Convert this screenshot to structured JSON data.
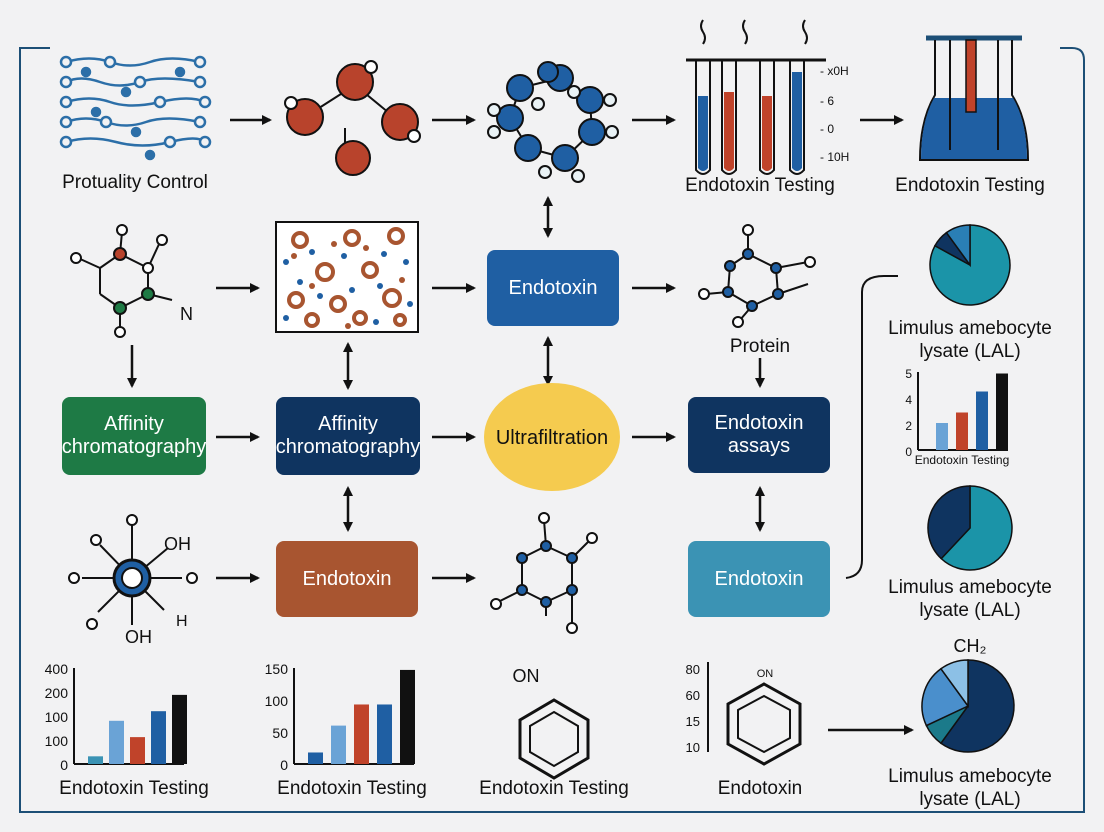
{
  "labels": {
    "protuality_control": "Protuality Control",
    "endotoxin_testing_1": "Endotoxin Testing",
    "endotoxin_testing_2": "Endotoxin Testing",
    "protein": "Protein",
    "n_label": "N",
    "oh_top": "OH",
    "oh_bottom": "OH",
    "h_label": "H",
    "lal_1_line1": "Limulus amebocyte",
    "lal_1_line2": "lysate (LAL)",
    "lal_2_line1": "Limulus amebocyte",
    "lal_2_line2": "lysate (LAL)",
    "lal_3_line1": "Limulus amebocyte",
    "lal_3_line2": "lysate (LAL)",
    "bottom_1": "Endotoxin Testing",
    "bottom_2": "Endotoxin Testing",
    "bottom_3": "Endotoxin Testing",
    "bottom_4": "Endotoxin",
    "on_big": "ON",
    "on_small": "ON",
    "ch2": "CH₂"
  },
  "boxes": {
    "endotoxin_blue": "Endotoxin",
    "affinity_green_l1": "Affinity",
    "affinity_green_l2": "chromatography",
    "affinity_navy_l1": "Affinity",
    "affinity_navy_l2": "chromatography",
    "ultrafiltration": "Ultrafiltration",
    "assays_l1": "Endotoxin",
    "assays_l2": "assays",
    "endotoxin_brown": "Endotoxin",
    "endotoxin_teal": "Endotoxin"
  },
  "tube_scale": [
    "- x0H",
    "- 6",
    "- 0",
    "- 10H"
  ],
  "colors": {
    "navy": "#0f3460",
    "blue": "#1f5fa3",
    "green": "#1e7a45",
    "brown": "#a85530",
    "teal": "#3b93b4",
    "yellow": "#f5cb4f",
    "red": "#c0432a",
    "light_blue": "#6aa3d6"
  },
  "chart_data": [
    {
      "type": "bar",
      "name": "bottom-left",
      "xlabel": "Endotoxin Testing",
      "yticks": [
        "400",
        "200",
        "100",
        "100",
        "0"
      ],
      "values": [
        8,
        45,
        28,
        55,
        72
      ],
      "colors": [
        "#3b93b4",
        "#6aa3d6",
        "#c0432a",
        "#1f5fa3",
        "#111111"
      ]
    },
    {
      "type": "bar",
      "name": "bottom-second",
      "xlabel": "Endotoxin Testing",
      "yticks": [
        "150",
        "100",
        "50",
        "0"
      ],
      "values": [
        12,
        40,
        62,
        62,
        98
      ],
      "colors": [
        "#1f5fa3",
        "#6aa3d6",
        "#c0432a",
        "#1f5fa3",
        "#111111"
      ]
    },
    {
      "type": "bar",
      "name": "right-small",
      "xlabel": "Endotoxin Testing",
      "yticks": [
        "5",
        "4",
        "2",
        "0"
      ],
      "values": [
        1.8,
        2.5,
        3.9,
        5.1
      ],
      "colors": [
        "#6aa3d6",
        "#c0432a",
        "#1f5fa3",
        "#111111"
      ]
    },
    {
      "type": "pie",
      "name": "pie-top",
      "slices": [
        0.83,
        0.07,
        0.1
      ],
      "colors": [
        "#1b94a8",
        "#0f3460",
        "#2a7fb5"
      ]
    },
    {
      "type": "pie",
      "name": "pie-middle",
      "slices": [
        0.62,
        0.38
      ],
      "colors": [
        "#1b94a8",
        "#0f3460"
      ]
    },
    {
      "type": "pie",
      "name": "pie-bottom",
      "slices": [
        0.6,
        0.08,
        0.22,
        0.1
      ],
      "colors": [
        "#0f3460",
        "#1b7a8a",
        "#4a8fcc",
        "#8cc0e6"
      ]
    },
    {
      "type": "ladder",
      "name": "ladder-scale",
      "yticks": [
        "80",
        "60",
        "15",
        "10"
      ]
    }
  ]
}
